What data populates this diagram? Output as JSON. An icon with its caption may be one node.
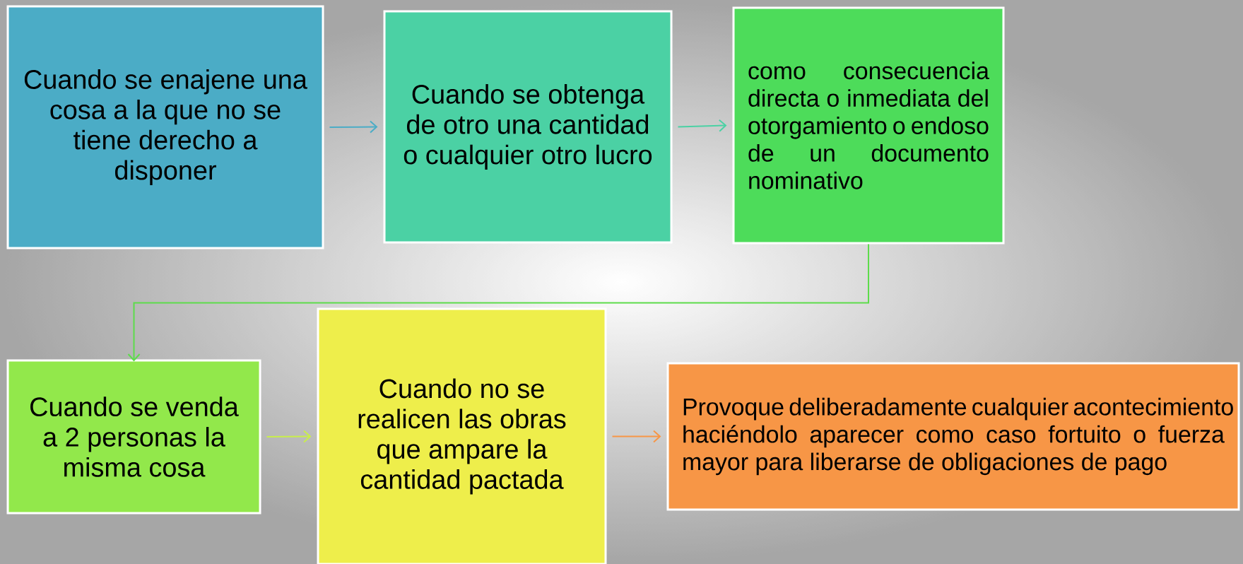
{
  "diagram": {
    "nodes": [
      {
        "text": [
          "Cuando se enajene una cosa  a la que no se tiene derecho a disponer"
        ]
      },
      {
        "text": [
          "Cuando se obtenga de otro una cantidad o cualquier otro lucro"
        ]
      },
      {
        "text": [
          "como consecuencia directa o inmediata del otorgamiento o endoso de un documento nominativo"
        ]
      },
      {
        "text": [
          "Cuando se venda a 2 personas la misma cosa"
        ]
      },
      {
        "text": [
          "Cuando no se realicen las obras que ampare la cantidad pactada"
        ]
      },
      {
        "text": [
          "Provoque deliberadamente cualquier acontecimiento haciéndolo aparecer como caso fortuito o fuerza mayor para liberarse de obligaciones de pago"
        ]
      }
    ],
    "edges": [
      {
        "from": 0,
        "to": 1,
        "arrow": "to",
        "color": "#4bacc6"
      },
      {
        "from": 1,
        "to": 2,
        "arrow": "to",
        "color": "#4bd1a4"
      },
      {
        "from": 2,
        "to": 3,
        "arrow": "to",
        "color": "#5ddc4b"
      },
      {
        "from": 3,
        "to": 4,
        "arrow": "to",
        "color": "#c8ee4b"
      },
      {
        "from": 4,
        "to": 5,
        "arrow": "to",
        "color": "#f79646"
      }
    ]
  }
}
